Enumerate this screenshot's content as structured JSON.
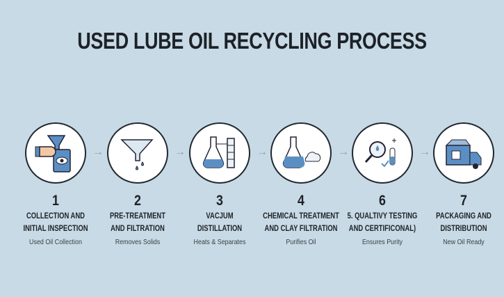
{
  "title": "USED LUBE OIL RECYCLING PROCESS",
  "steps": [
    {
      "number": "1",
      "name_line1": "COLLECTION AND",
      "name_line2": "INITIAL INSPECTION",
      "subtitle": "Used Oil Collection",
      "icon": "hand-funnel-barrel-eye-icon"
    },
    {
      "number": "2",
      "name_line1": "PRE-TREATMENT",
      "name_line2": "AND FILTRATION",
      "subtitle": "Removes Solids",
      "icon": "funnel-drops-icon"
    },
    {
      "number": "3",
      "name_line1": "VACJUM",
      "name_line2": "DISTILLATION",
      "subtitle": "Heats & Separates",
      "icon": "flask-column-icon"
    },
    {
      "number": "4",
      "name_line1": "CHEMICAL TREATMENT",
      "name_line2": "AND CLAY FILTRATION",
      "subtitle": "Purifies Oil",
      "icon": "flask-cloud-icon"
    },
    {
      "number": "6",
      "name_line1": "5. QUALTIVY TESTING",
      "name_line2": "AND CERTIFICONAL)",
      "subtitle": "Ensures Purity",
      "icon": "magnifier-testtube-icon"
    },
    {
      "number": "7",
      "name_line1": "PACKAGING AND",
      "name_line2": "DISTRIBUTION",
      "subtitle": "New Oil Ready",
      "icon": "box-truck-icon"
    }
  ],
  "colors": {
    "background": "#c8dae5",
    "accent": "#5b8fc4",
    "outline": "#1f2830"
  }
}
